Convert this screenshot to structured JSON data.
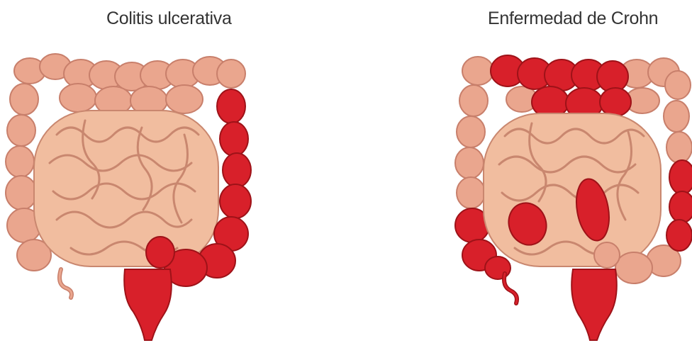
{
  "panels": [
    {
      "title": "Colitis ulcerativa"
    },
    {
      "title": "Enfermedad de Crohn"
    }
  ],
  "colors": {
    "healthy": "#eaa68e",
    "healthy_shadow": "#c87f6b",
    "inflamed": "#d8202a",
    "inflamed_shadow": "#9e1218",
    "small_intestine": "#f1bd9f"
  },
  "icons": {
    "left": "intestine-illustration-ulcerative-colitis",
    "right": "intestine-illustration-crohns-disease"
  }
}
